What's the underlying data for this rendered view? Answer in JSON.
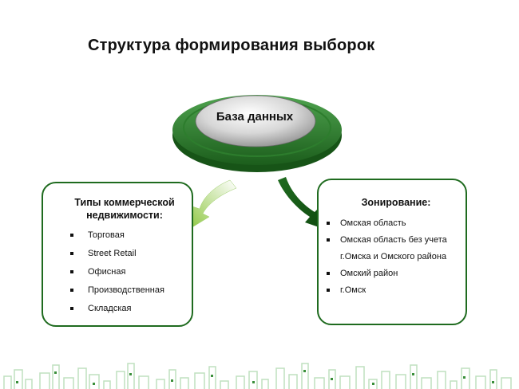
{
  "title": "Структура формирования  выборок",
  "center": {
    "label": "База данных"
  },
  "left_box": {
    "heading": "Типы коммерческой недвижимости:",
    "items": [
      "Торговая",
      "Street Retail",
      "Офисная",
      "Производственная",
      "Складская"
    ]
  },
  "right_box": {
    "heading": "Зонирование:",
    "items": [
      "Омская область",
      "Омская область без учета г.Омска и Омского района",
      "Омский район",
      "г.Омск"
    ]
  },
  "colors": {
    "dark_green": "#1f6b1f",
    "mid_green": "#3a8f3a",
    "light_green": "#a7d37a",
    "skyline_green": "#bfe0bf"
  }
}
